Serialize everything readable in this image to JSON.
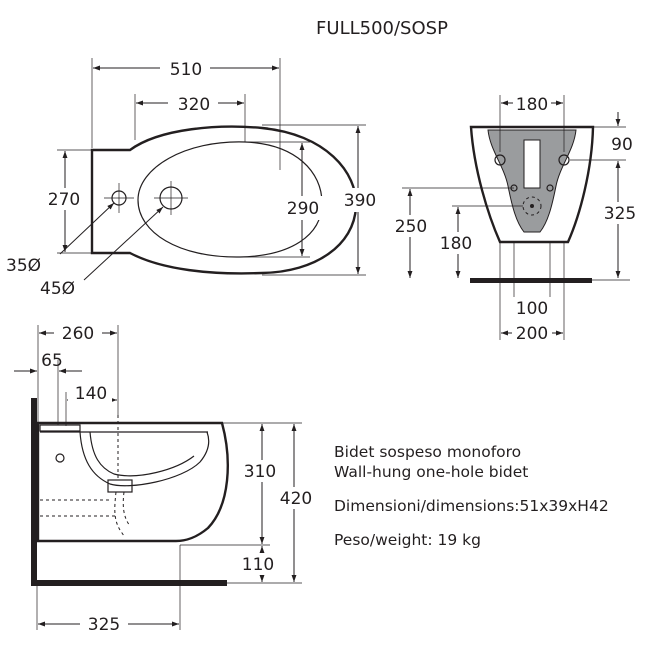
{
  "title": "FULL500/SOSP",
  "top_view": {
    "width_overall": "510",
    "width_bowl": "320",
    "depth_deck": "270",
    "depth_bowl": "290",
    "depth_overall": "390",
    "tap_hole": "35Ø",
    "drain_hole": "45Ø"
  },
  "rear_view": {
    "fixing_spacing": "180",
    "fixing_height": "90",
    "supply_height": "325",
    "inlet_height": "250",
    "outlet_height": "180",
    "outlet_spacing": "100",
    "base_width": "200"
  },
  "side_view": {
    "depth_tap": "260",
    "wall_offset": "65",
    "drain_offset": "140",
    "bowl_height": "310",
    "total_height": "420",
    "floor_clearance": "110",
    "depth_bottom": "325"
  },
  "info": {
    "desc_it": "Bidet sospeso monoforo",
    "desc_en": "Wall-hung one-hole bidet",
    "dimensions": "Dimensioni/dimensions:51x39xH42",
    "weight": "Peso/weight: 19 kg"
  }
}
